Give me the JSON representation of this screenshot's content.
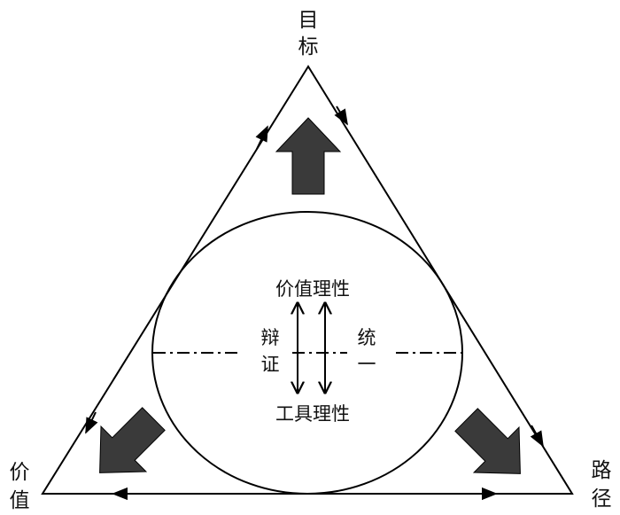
{
  "vertices": {
    "top": [
      "目",
      "标"
    ],
    "left": [
      "价",
      "值"
    ],
    "right": [
      "路",
      "径"
    ]
  },
  "center": {
    "upper": "价值理性",
    "lower": "工具理性",
    "left": [
      "辩",
      "证"
    ],
    "right": [
      "统",
      "一"
    ]
  },
  "colors": {
    "arrow_fill": "#3a3a3a",
    "line": "#000000"
  }
}
